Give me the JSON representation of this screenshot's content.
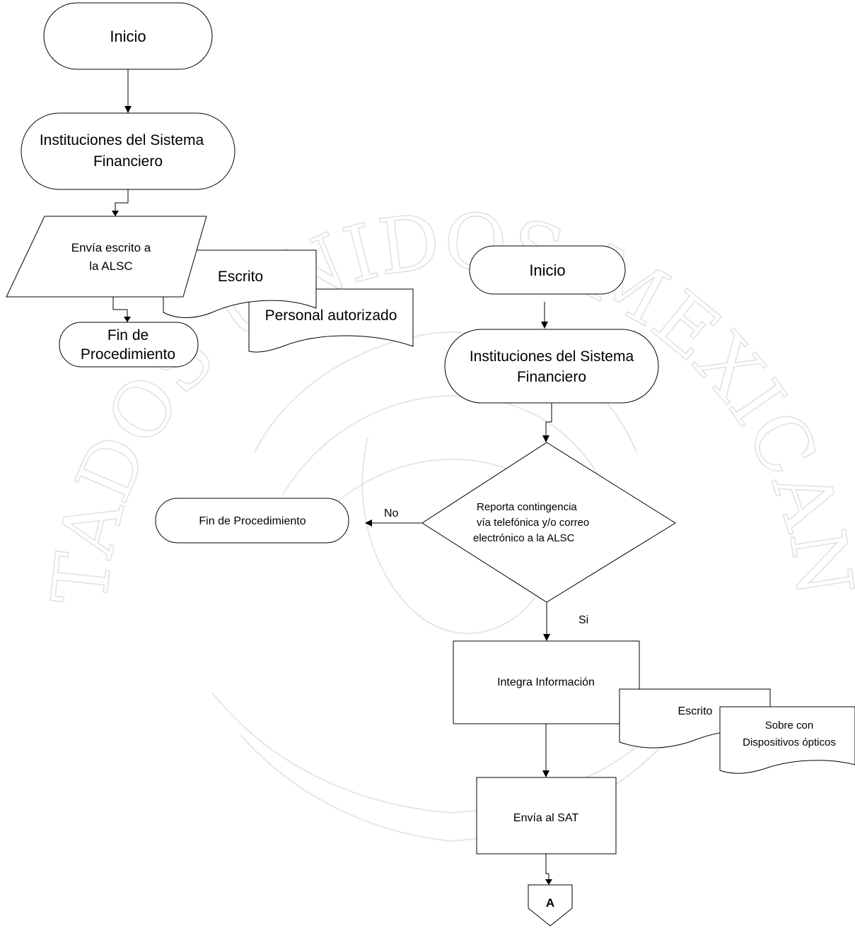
{
  "watermark": {
    "text": "ESTADOS UNIDOS MEXICANOS"
  },
  "left_flow": {
    "start": "Inicio",
    "actor_line1": "Instituciones del Sistema",
    "actor_line2": "Financiero",
    "send_line1": "Envía escrito a",
    "send_line2": "la ALSC",
    "doc_escrito": "Escrito",
    "doc_personal": "Personal autorizado",
    "end_line1": "Fin de",
    "end_line2": "Procedimiento"
  },
  "right_flow": {
    "start": "Inicio",
    "actor_line1": "Instituciones del Sistema",
    "actor_line2": "Financiero",
    "decision_line1": "Reporta contingencia",
    "decision_line2": "vía telefónica y/o correo",
    "decision_line3": "electrónico a la ALSC",
    "no_label": "No",
    "si_label": "Si",
    "end": "Fin de Procedimiento",
    "integrate": "Integra Información",
    "doc_escrito": "Escrito",
    "doc_sobre_line1": "Sobre con",
    "doc_sobre_line2": "Dispositivos ópticos",
    "send_sat": "Envía al SAT",
    "connector": "A"
  }
}
